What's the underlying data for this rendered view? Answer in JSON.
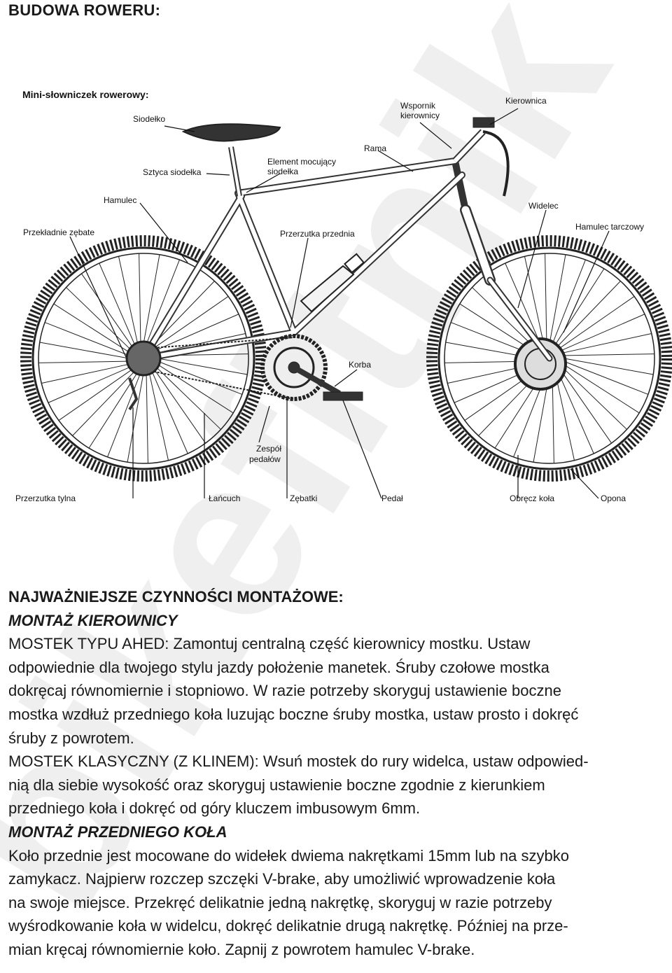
{
  "page": {
    "title": "BUDOWA ROWERU:"
  },
  "figure": {
    "glossary_title": "Mini-słowniczek rowerowy:",
    "labels": {
      "siodelko": "Siodełko",
      "sztyca": "Sztyca siodełka",
      "element_mocujacy_1": "Element mocujący",
      "element_mocujacy_2": "siodełka",
      "rama": "Rama",
      "wspornik_1": "Wspornik",
      "wspornik_2": "kierownicy",
      "kierownica": "Kierownica",
      "hamulec": "Hamulec",
      "przekladnie": "Przekładnie zębate",
      "przerzutka_przednia": "Przerzutka przednia",
      "widelec": "Widelec",
      "hamulec_tarczowy": "Hamulec tarczowy",
      "korba": "Korba",
      "zespol_1": "Zespół",
      "zespol_2": "pedałów",
      "przerzutka_tylna": "Przerzutka tylna",
      "lancuch": "Łańcuch",
      "zebatki": "Zębatki",
      "pedal": "Pedał",
      "obrecz": "Obręcz koła",
      "opona": "Opona"
    }
  },
  "watermark": {
    "text": "bikefitnik"
  },
  "content": {
    "heading": "NAJWAŻNIEJSZE CZYNNOŚCI MONTAŻOWE:",
    "section1_title": "MONTAŻ KIEROWNICY",
    "lines_a": [
      "MOSTEK TYPU AHED: Zamontuj centralną część kierownicy mostku. Ustaw",
      "odpowiednie dla twojego stylu jazdy położenie manetek. Śruby czołowe mostka",
      "dokręcaj równomiernie i stopniowo. W razie potrzeby skoryguj ustawienie boczne",
      "mostka wzdłuż przedniego koła luzując boczne śruby mostka, ustaw prosto i dokręć",
      "śruby z powrotem.",
      "MOSTEK KLASYCZNY (Z KLINEM): Wsuń mostek do rury widelca, ustaw odpowied-",
      "nią dla siebie wysokość oraz skoryguj ustawienie boczne zgodnie z kierunkiem",
      "przedniego koła i dokręć od góry kluczem imbusowym 6mm."
    ],
    "section2_title": "MONTAŻ PRZEDNIEGO KOŁA",
    "lines_b": [
      "Koło przednie jest mocowane do widełek dwiema nakrętkami 15mm lub na szybko",
      "zamykacz. Najpierw rozczep szczęki V-brake, aby umożliwić wprowadzenie koła",
      "na swoje miejsce. Przekręć delikatnie jedną nakrętkę, skoryguj w razie potrzeby",
      "wyśrodkowanie koła w widelcu, dokręć delikatnie drugą nakrętkę. Później na prze-",
      "mian kręcaj równomiernie koło. Zapnij z powrotem hamulec V-brake."
    ]
  }
}
